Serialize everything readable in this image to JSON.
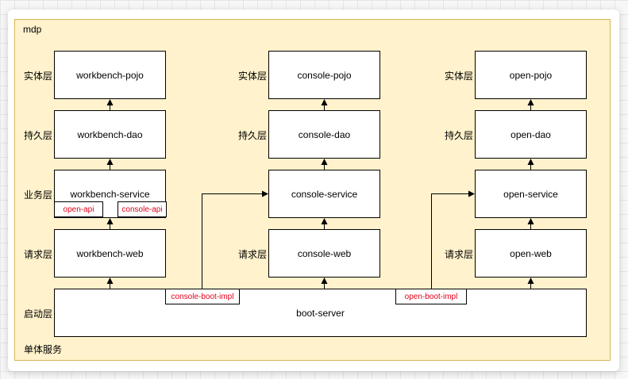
{
  "diagram": {
    "container_label": "mdp",
    "footer_label": "单体服务",
    "layers": {
      "entity": "实体层",
      "persistence": "持久层",
      "business": "业务层",
      "request": "请求层",
      "startup": "启动层"
    },
    "columns": {
      "workbench": {
        "pojo": "workbench-pojo",
        "dao": "workbench-dao",
        "service": "workbench-service",
        "web": "workbench-web",
        "open_api": "open-api",
        "console_api": "console-api"
      },
      "console": {
        "pojo": "console-pojo",
        "dao": "console-dao",
        "service": "console-service",
        "web": "console-web"
      },
      "open": {
        "pojo": "open-pojo",
        "dao": "open-dao",
        "service": "open-service",
        "web": "open-web"
      }
    },
    "boot": {
      "server": "boot-server",
      "console_impl": "console-boot-impl",
      "open_impl": "open-boot-impl"
    },
    "colors": {
      "container_fill": "#fff2cc",
      "container_border": "#d6b656",
      "impl_text": "#e0001a"
    }
  }
}
